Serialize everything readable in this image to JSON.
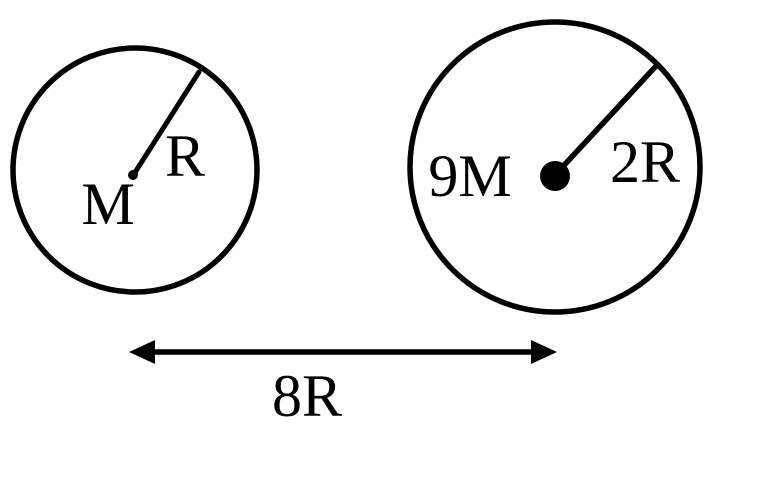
{
  "diagram": {
    "kind": "two-spheres-gravitation-figure",
    "spheres": [
      {
        "id": "small",
        "mass_label": "M",
        "radius_label": "R"
      },
      {
        "id": "large",
        "mass_label": "9M",
        "radius_label": "2R"
      }
    ],
    "separation": {
      "label": "8R"
    }
  },
  "colors": {
    "ink": "#000000",
    "background": "#ffffff"
  }
}
